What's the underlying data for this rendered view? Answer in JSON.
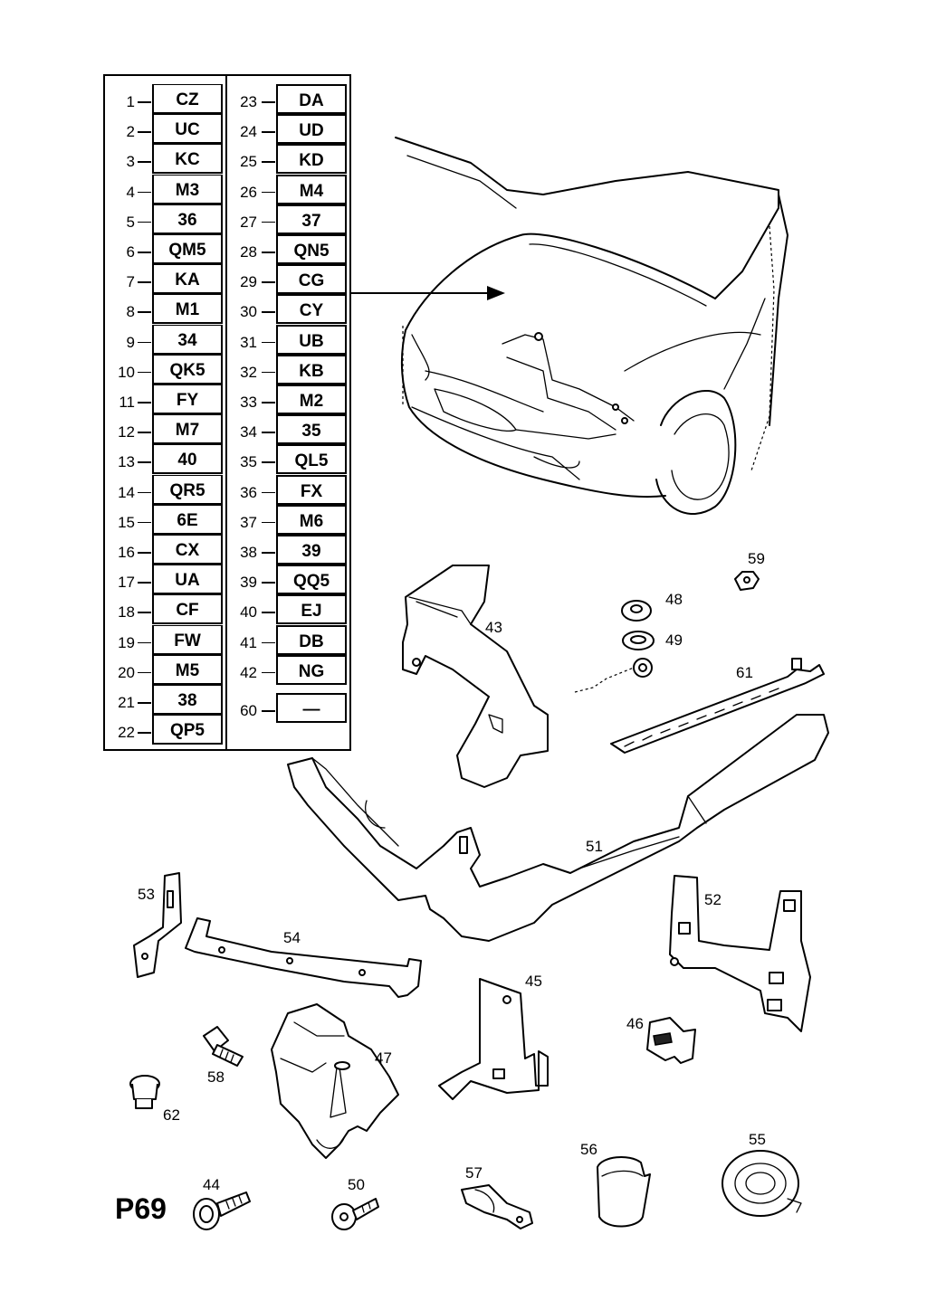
{
  "page_code": "P69",
  "legend_left": [
    {
      "num": "1",
      "code": "CZ"
    },
    {
      "num": "2",
      "code": "UC"
    },
    {
      "num": "3",
      "code": "KC"
    },
    {
      "num": "4",
      "code": "M3"
    },
    {
      "num": "5",
      "code": "36"
    },
    {
      "num": "6",
      "code": "QM5"
    },
    {
      "num": "7",
      "code": "KA"
    },
    {
      "num": "8",
      "code": "M1"
    },
    {
      "num": "9",
      "code": "34"
    },
    {
      "num": "10",
      "code": "QK5"
    },
    {
      "num": "11",
      "code": "FY"
    },
    {
      "num": "12",
      "code": "M7"
    },
    {
      "num": "13",
      "code": "40"
    },
    {
      "num": "14",
      "code": "QR5"
    },
    {
      "num": "15",
      "code": "6E"
    },
    {
      "num": "16",
      "code": "CX"
    },
    {
      "num": "17",
      "code": "UA"
    },
    {
      "num": "18",
      "code": "CF"
    },
    {
      "num": "19",
      "code": "FW"
    },
    {
      "num": "20",
      "code": "M5"
    },
    {
      "num": "21",
      "code": "38"
    },
    {
      "num": "22",
      "code": "QP5"
    }
  ],
  "legend_right": [
    {
      "num": "23",
      "code": "DA"
    },
    {
      "num": "24",
      "code": "UD"
    },
    {
      "num": "25",
      "code": "KD"
    },
    {
      "num": "26",
      "code": "M4"
    },
    {
      "num": "27",
      "code": "37"
    },
    {
      "num": "28",
      "code": "QN5"
    },
    {
      "num": "29",
      "code": "CG"
    },
    {
      "num": "30",
      "code": "CY"
    },
    {
      "num": "31",
      "code": "UB"
    },
    {
      "num": "32",
      "code": "KB"
    },
    {
      "num": "33",
      "code": "M2"
    },
    {
      "num": "34",
      "code": "35"
    },
    {
      "num": "35",
      "code": "QL5"
    },
    {
      "num": "36",
      "code": "FX"
    },
    {
      "num": "37",
      "code": "M6"
    },
    {
      "num": "38",
      "code": "39"
    },
    {
      "num": "39",
      "code": "QQ5"
    },
    {
      "num": "40",
      "code": "EJ"
    },
    {
      "num": "41",
      "code": "DB"
    },
    {
      "num": "42",
      "code": "NG"
    },
    {
      "num": "60",
      "code": "—"
    }
  ],
  "callouts": {
    "p43": "43",
    "p44": "44",
    "p45": "45",
    "p46": "46",
    "p47": "47",
    "p48": "48",
    "p49": "49",
    "p50": "50",
    "p51": "51",
    "p52": "52",
    "p53": "53",
    "p54": "54",
    "p55": "55",
    "p56": "56",
    "p57": "57",
    "p58": "58",
    "p59": "59",
    "p61": "61",
    "p62": "62"
  }
}
